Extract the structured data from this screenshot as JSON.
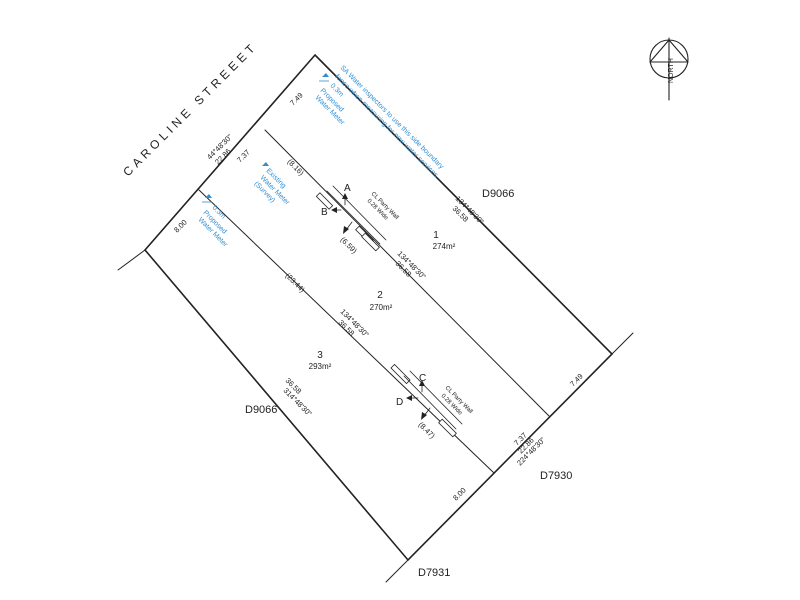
{
  "street": "CAROLINE   STREEET",
  "north_label": "NORTH",
  "lots": [
    {
      "number": "1",
      "area": "274m²"
    },
    {
      "number": "2",
      "area": "270m²"
    },
    {
      "number": "3",
      "area": "293m²"
    }
  ],
  "neighbours": {
    "right": "D9066",
    "bottom_left": "D9066",
    "bottom_right": "D7930",
    "bottom": "D7931"
  },
  "bearings": {
    "lot1_side": "134°48'30\"",
    "lot1_div": "134°48'30\"",
    "lot2_div": "134°48'30\"",
    "lot3_side": "314°48'30\"",
    "front": "44°48'30\"",
    "rear": "224°48'30\""
  },
  "dims": {
    "front_total": "22.86",
    "front_1": "7.49",
    "front_2": "7.37",
    "front_3": "8.00",
    "rear_total": "22.86",
    "rear_1": "7.49",
    "rear_2": "7.37",
    "rear_3": "8.00",
    "lot1_side": "36.58",
    "lot1_div": "36.58",
    "lot2_div": "36.58",
    "lot3_side": "36.58",
    "lot1_front_part": "(8.16)",
    "lot1_mid": "(6.59)",
    "lot2_front_part": "(23.44)",
    "lot2_rear_part": "(8.47)"
  },
  "walls": {
    "label": "CL Party Wall",
    "width": "0.28 Wide"
  },
  "sections": {
    "a": "A",
    "b": "B",
    "c": "C",
    "d": "D"
  },
  "notes": {
    "sa_water_1": "SA Water inspectors to use this side boundary",
    "sa_water_2": "fence when measuring for new water services"
  },
  "meters": [
    {
      "line1": "Proposed",
      "line2": "Water Meter",
      "offset": "0.3m"
    },
    {
      "line1": "Existing",
      "line2": "Water Meter",
      "line3": "(Survey)"
    },
    {
      "line1": "Proposed",
      "line2": "Water Meter",
      "offset": "0.3m"
    }
  ]
}
